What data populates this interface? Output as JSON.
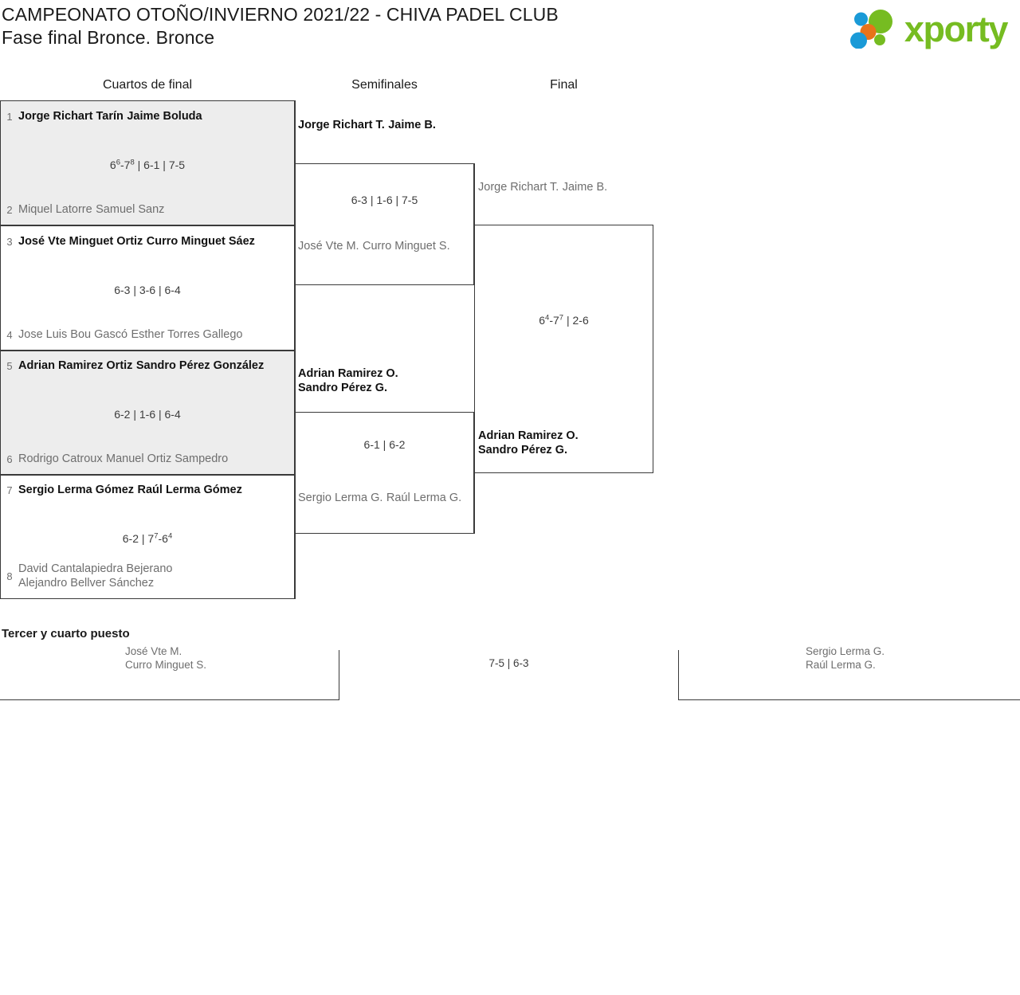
{
  "header": {
    "title_line1": "CAMPEONATO OTOÑO/INVIERNO 2021/22 - CHIVA PADEL CLUB",
    "title_line2": "Fase final Bronce. Bronce",
    "logo_text": "xporty",
    "logo_colors": {
      "green": "#76bc21",
      "blue": "#1a9ad7",
      "orange": "#e8731a"
    }
  },
  "rounds": {
    "quarterfinals_label": "Cuartos de final",
    "semifinals_label": "Semifinales",
    "final_label": "Final"
  },
  "quarterfinals": [
    {
      "shaded": true,
      "top": {
        "seed": "1",
        "player1": "Jorge Richart Tarín",
        "player2": "Jaime Boluda",
        "winner": true
      },
      "bottom": {
        "seed": "2",
        "player1": "Miquel Latorre",
        "player2": "Samuel Sanz",
        "winner": false
      },
      "score": "6<sup>6</sup>-7<sup>8</sup> | 6-1 | 7-5"
    },
    {
      "shaded": false,
      "top": {
        "seed": "3",
        "player1": "José Vte Minguet Ortiz",
        "player2": "Curro Minguet Sáez",
        "winner": true
      },
      "bottom": {
        "seed": "4",
        "player1": "Jose Luis Bou Gascó",
        "player2": "Esther Torres Gallego",
        "winner": false
      },
      "score": "6-3 | 3-6 | 6-4"
    },
    {
      "shaded": true,
      "top": {
        "seed": "5",
        "player1": "Adrian Ramirez Ortiz",
        "player2": "Sandro Pérez González",
        "winner": true
      },
      "bottom": {
        "seed": "6",
        "player1": "Rodrigo Catroux",
        "player2": "Manuel Ortiz Sampedro",
        "winner": false
      },
      "score": "6-2 | 1-6 | 6-4"
    },
    {
      "shaded": false,
      "top": {
        "seed": "7",
        "player1": "Sergio Lerma Gómez",
        "player2": "Raúl Lerma Gómez",
        "winner": true
      },
      "bottom": {
        "seed": "8",
        "player1": "David Cantalapiedra Bejerano",
        "player2": "Alejandro Bellver Sánchez",
        "winner": false
      },
      "score": "6-2 | 7<sup>7</sup>-6<sup>4</sup>"
    }
  ],
  "semifinals": [
    {
      "top": {
        "player1": "Jorge Richart T.",
        "player2": "Jaime B.",
        "winner": true
      },
      "bottom": {
        "player1": "José Vte M.",
        "player2": "Curro Minguet S.",
        "winner": false
      },
      "score": "6-3 | 1-6 | 7-5"
    },
    {
      "top": {
        "player1": "Adrian Ramirez O.",
        "player2": "Sandro Pérez G.",
        "winner": true
      },
      "bottom": {
        "player1": "Sergio Lerma G.",
        "player2": "Raúl Lerma G.",
        "winner": false
      },
      "score": "6-1 | 6-2"
    }
  ],
  "final": {
    "top": {
      "player1": "Jorge Richart T.",
      "player2": "Jaime B.",
      "winner": false
    },
    "bottom": {
      "player1": "Adrian Ramirez O.",
      "player2": "Sandro Pérez G.",
      "winner": true
    },
    "score": "6<sup>4</sup>-7<sup>7</sup> | 2-6"
  },
  "third_place": {
    "title": "Tercer y cuarto puesto",
    "left": {
      "player1": "José Vte M.",
      "player2": "Curro Minguet S.",
      "winner": false
    },
    "right": {
      "player1": "Sergio Lerma G.",
      "player2": "Raúl Lerma G.",
      "winner": false
    },
    "score": "7-5 | 6-3"
  }
}
